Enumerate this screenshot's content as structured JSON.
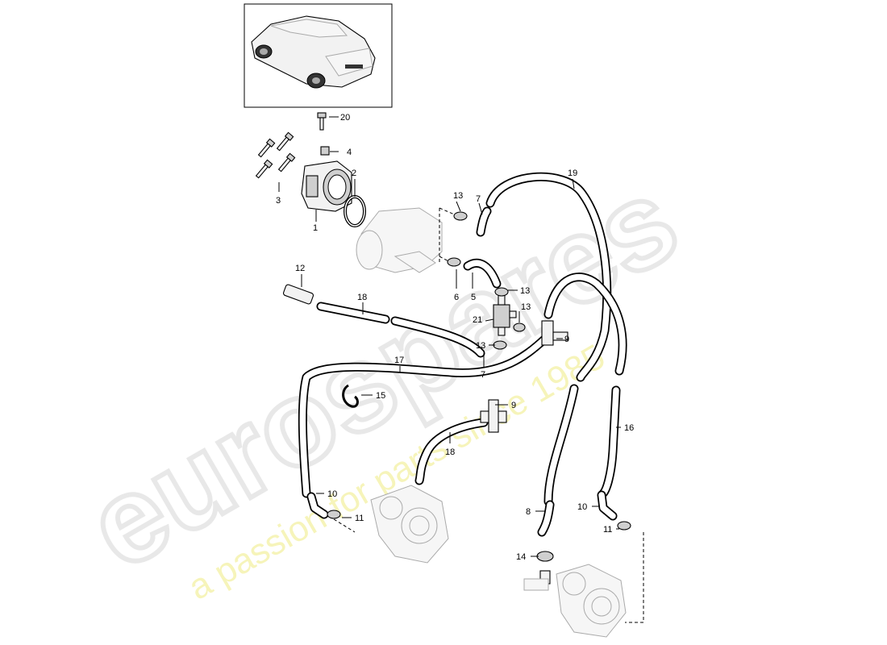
{
  "watermark": {
    "brand": "eurospares",
    "slogan": "a passion for parts since 1985",
    "slogan_color": "#f2ef9c"
  },
  "callouts": {
    "c1": "1",
    "c2": "2",
    "c3": "3",
    "c4": "4",
    "c5": "5",
    "c6": "6",
    "c7a": "7",
    "c7b": "7",
    "c8": "8",
    "c9a": "9",
    "c9b": "9",
    "c10a": "10",
    "c10b": "10",
    "c11a": "11",
    "c11b": "11",
    "c12": "12",
    "c13a": "13",
    "c13b": "13",
    "c13c": "13",
    "c13d": "13",
    "c14": "14",
    "c15": "15",
    "c16": "16",
    "c17": "17",
    "c18a": "18",
    "c18b": "18",
    "c19": "19",
    "c20": "20",
    "c21": "21"
  },
  "icons": {
    "car": "car-thumbnail-icon",
    "throttle": "throttle-body-icon",
    "turbo": "turbocharger-icon"
  }
}
